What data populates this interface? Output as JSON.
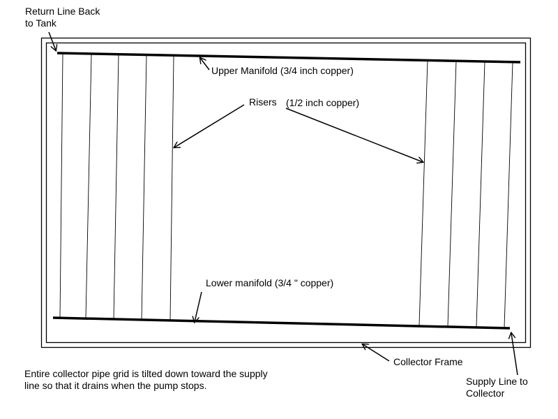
{
  "labels": {
    "return_line": "Return Line Back\nto Tank",
    "upper_manifold": "Upper Manifold (3/4 inch copper)",
    "risers": "Risers",
    "risers_spec": "(1/2 inch copper)",
    "lower_manifold": "Lower manifold (3/4 \" copper)",
    "collector_frame": "Collector Frame",
    "tilt_note": "Entire collector pipe grid is tilted down toward the supply\nline so that it drains when the pump stops.",
    "supply_line": "Supply Line to\nCollector"
  },
  "diagram": {
    "left_riser_count": 5,
    "right_riser_count": 4,
    "colors": {
      "line": "#000000",
      "background": "#ffffff"
    }
  }
}
